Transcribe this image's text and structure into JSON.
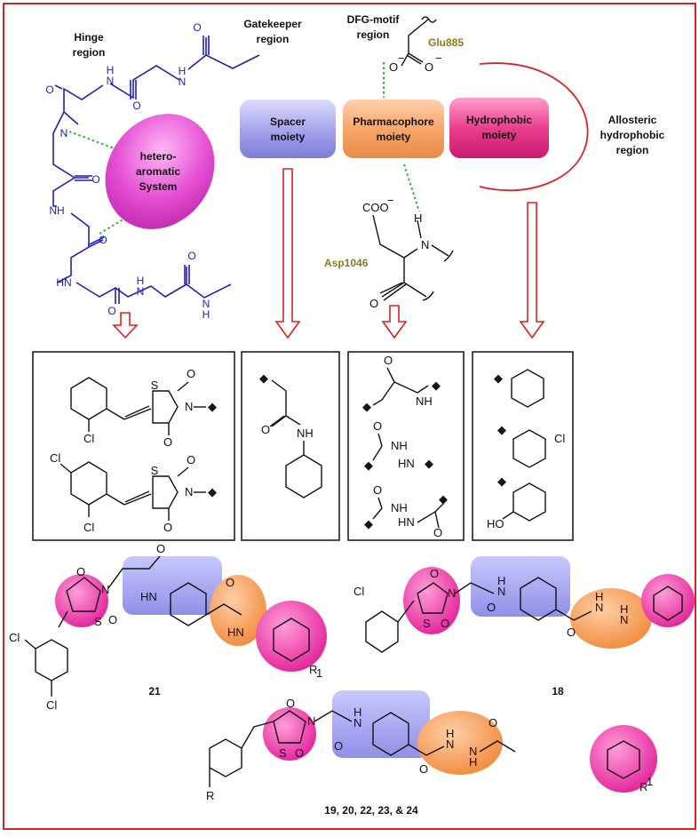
{
  "labels": {
    "hinge": "Hinge",
    "hinge2": "region",
    "gatekeeper": "Gatekeeper",
    "gatekeeper2": "region",
    "dfg": "DFG-motif",
    "dfg2": "region",
    "allosteric1": "Allosteric",
    "allosteric2": "hydrophobic",
    "allosteric3": "region",
    "glu": "Glu885",
    "asp": "Asp1046",
    "hetero1": "hetero-",
    "hetero2": "aromatic",
    "hetero3": "System",
    "spacer1": "Spacer",
    "spacer2": "moiety",
    "pharma1": "Pharmacophore",
    "pharma2": "moiety",
    "hydro1": "Hydrophobic",
    "hydro2": "moiety"
  },
  "compounds": {
    "c21": "21",
    "c18": "18",
    "c19": "19, 20, 22, 23, & 24"
  },
  "colors": {
    "frame": "#e02020",
    "spacer": "#b3b3f0",
    "pharmacophore": "#f7a76a",
    "hydrophobic": "#e83b9a",
    "hetero": "#e54fd4",
    "hbond": "#22bb22",
    "blue_chain": "#1f1fb8"
  }
}
